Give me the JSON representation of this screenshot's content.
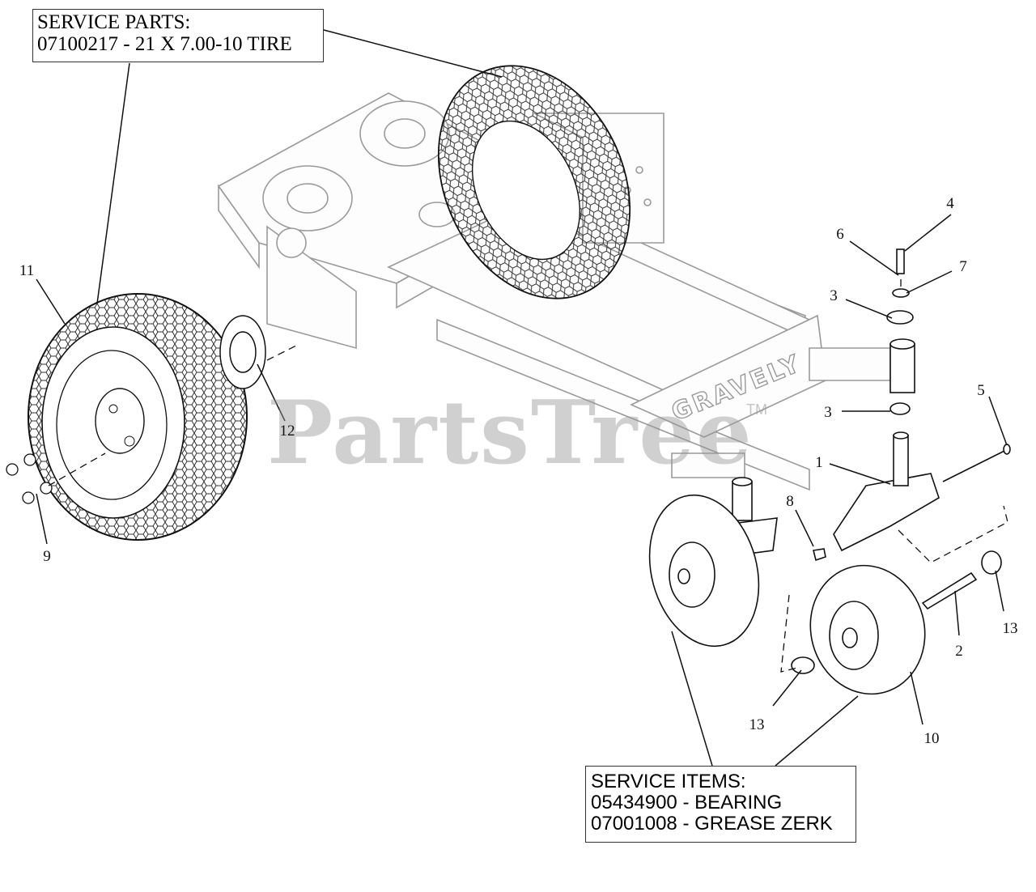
{
  "service_parts": {
    "heading": "SERVICE PARTS:",
    "line1": "07100217 - 21 X 7.00-10 TIRE"
  },
  "service_items": {
    "heading": "SERVICE ITEMS:",
    "line1": "05434900 - BEARING",
    "line2": "07001008 - GREASE ZERK"
  },
  "watermark": {
    "text": "PartsTree",
    "mark": "TM"
  },
  "frame_logo": "GRAVELY",
  "callouts": {
    "c1": "1",
    "c2": "2",
    "c3a": "3",
    "c3b": "3",
    "c4": "4",
    "c5": "5",
    "c6": "6",
    "c7": "7",
    "c8": "8",
    "c9": "9",
    "c10": "10",
    "c11": "11",
    "c12": "12",
    "c13a": "13",
    "c13b": "13"
  },
  "colors": {
    "line": "#111111",
    "frame": "#9a9a9a",
    "watermark": "#969696"
  }
}
